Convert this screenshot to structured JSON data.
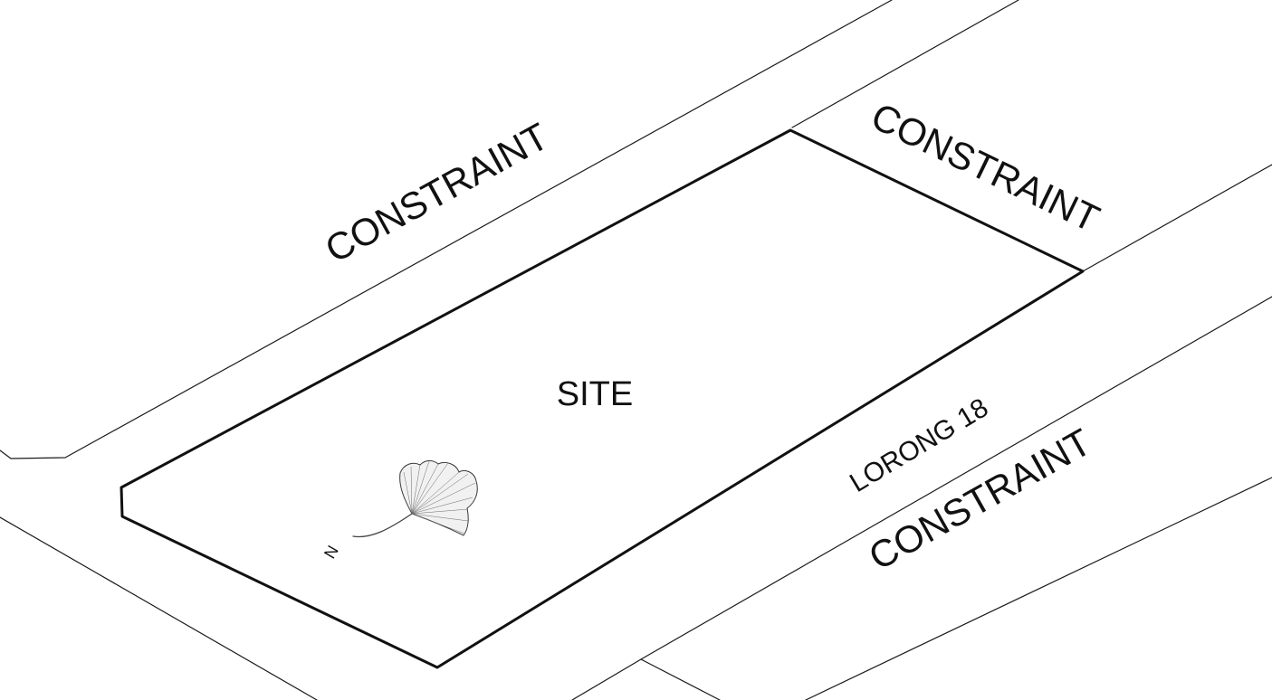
{
  "diagram": {
    "labels": {
      "constraint_northwest": "CONSTRAINT",
      "constraint_northeast": "CONSTRAINT",
      "constraint_southeast": "CONSTRAINT",
      "site": "SITE",
      "road": "LORONG 18",
      "north_marker": "N"
    },
    "colors": {
      "line": "#1a1a1a",
      "background": "#ffffff"
    },
    "icons": {
      "north_arrow": "ginkgo-leaf-icon"
    }
  }
}
